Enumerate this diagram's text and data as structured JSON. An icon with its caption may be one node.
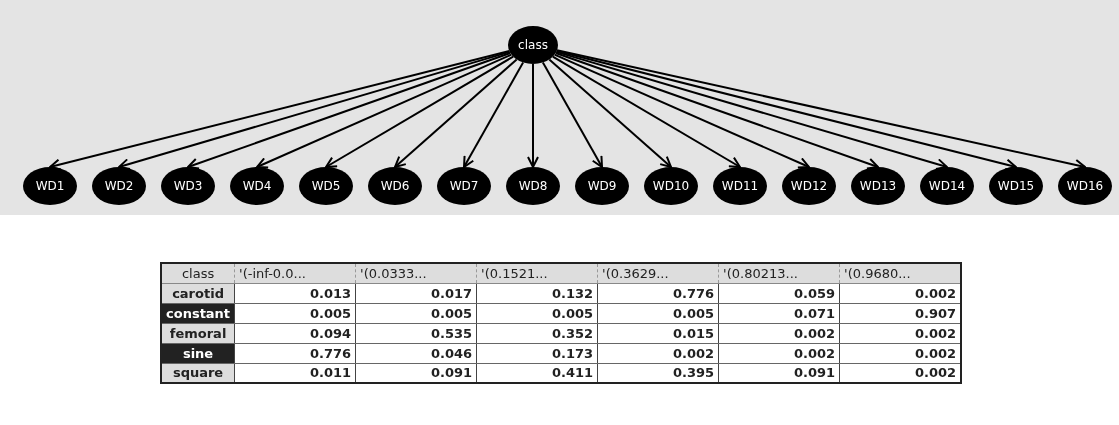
{
  "diagram": {
    "nodes": [
      {
        "text": [
          "class"
        ]
      },
      {
        "text": [
          "WD1"
        ]
      },
      {
        "text": [
          "WD2"
        ]
      },
      {
        "text": [
          "WD3"
        ]
      },
      {
        "text": [
          "WD4"
        ]
      },
      {
        "text": [
          "WD5"
        ]
      },
      {
        "text": [
          "WD6"
        ]
      },
      {
        "text": [
          "WD7"
        ]
      },
      {
        "text": [
          "WD8"
        ]
      },
      {
        "text": [
          "WD9"
        ]
      },
      {
        "text": [
          "WD10"
        ]
      },
      {
        "text": [
          "WD11"
        ]
      },
      {
        "text": [
          "WD12"
        ]
      },
      {
        "text": [
          "WD13"
        ]
      },
      {
        "text": [
          "WD14"
        ]
      },
      {
        "text": [
          "WD15"
        ]
      },
      {
        "text": [
          "WD16"
        ]
      }
    ],
    "edges": [
      {
        "from": 0,
        "to": 1,
        "arrow": "to"
      },
      {
        "from": 0,
        "to": 2,
        "arrow": "to"
      },
      {
        "from": 0,
        "to": 3,
        "arrow": "to"
      },
      {
        "from": 0,
        "to": 4,
        "arrow": "to"
      },
      {
        "from": 0,
        "to": 5,
        "arrow": "to"
      },
      {
        "from": 0,
        "to": 6,
        "arrow": "to"
      },
      {
        "from": 0,
        "to": 7,
        "arrow": "to"
      },
      {
        "from": 0,
        "to": 8,
        "arrow": "to"
      },
      {
        "from": 0,
        "to": 9,
        "arrow": "to"
      },
      {
        "from": 0,
        "to": 10,
        "arrow": "to"
      },
      {
        "from": 0,
        "to": 11,
        "arrow": "to"
      },
      {
        "from": 0,
        "to": 12,
        "arrow": "to"
      },
      {
        "from": 0,
        "to": 13,
        "arrow": "to"
      },
      {
        "from": 0,
        "to": 14,
        "arrow": "to"
      },
      {
        "from": 0,
        "to": 15,
        "arrow": "to"
      },
      {
        "from": 0,
        "to": 16,
        "arrow": "to"
      }
    ],
    "labels": [
      "class",
      "'(-inf-0.0...",
      "'(0.0333...",
      "'(0.1521...",
      "'(0.3629...",
      "'(0.80213...",
      "'(0.9680...",
      "carotid",
      "0.013",
      "0.017",
      "0.132",
      "0.776",
      "0.059",
      "0.002",
      "constant",
      "0.005",
      "0.005",
      "0.005",
      "0.005",
      "0.071",
      "0.907",
      "femoral",
      "0.094",
      "0.535",
      "0.352",
      "0.015",
      "0.002",
      "0.002",
      "sine",
      "0.776",
      "0.046",
      "0.173",
      "0.002",
      "0.002",
      "0.002",
      "square",
      "0.011",
      "0.091",
      "0.411",
      "0.395",
      "0.091",
      "0.002"
    ]
  }
}
